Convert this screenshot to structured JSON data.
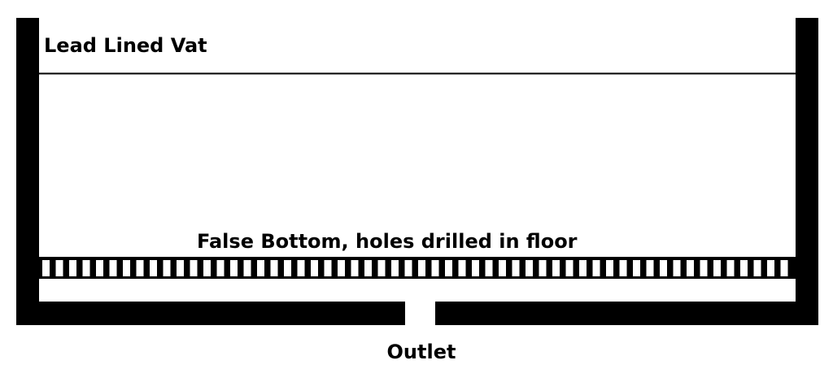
{
  "labels": {
    "vat": "Lead Lined Vat",
    "false_bottom": "False Bottom, holes drilled in floor",
    "outlet": "Outlet"
  },
  "colors": {
    "ink": "#000000",
    "paper": "#ffffff"
  }
}
